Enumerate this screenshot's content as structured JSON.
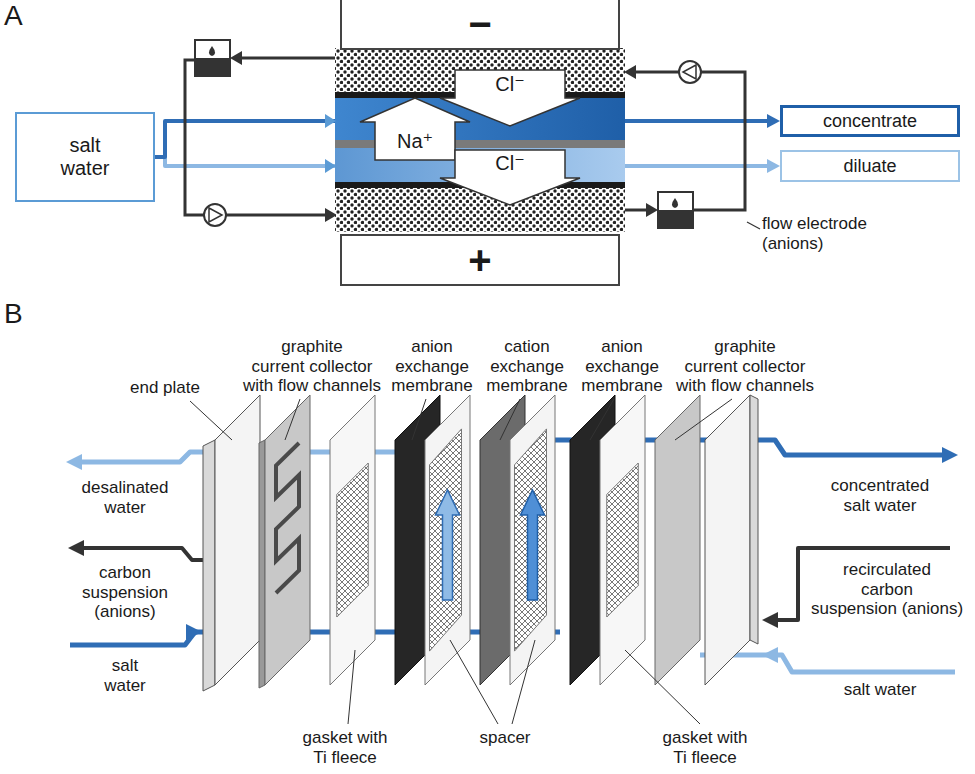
{
  "diagram": {
    "nodes": [
      {
        "text": [
          "−"
        ]
      },
      {
        "text": [
          "salt water"
        ]
      },
      {
        "text": [
          "concentrate"
        ]
      },
      {
        "text": [
          "diluate"
        ]
      },
      {
        "text": [
          "+"
        ]
      }
    ],
    "edges": [
      {
        "from": 1,
        "to": 2,
        "arrow": "to"
      },
      {
        "from": 1,
        "to": 3,
        "arrow": "to"
      }
    ],
    "labels": [
      "A",
      "Na⁺",
      "Cl⁻",
      "Cl⁻",
      "flow electrode (anions)",
      "B",
      "end plate",
      "graphite current collector with flow channels",
      "anion exchange membrane",
      "cation exchange membrane",
      "anion exchange membrane",
      "graphite current collector with flow channels",
      "desalinated water",
      "carbon suspension (anions)",
      "salt water",
      "concentrated salt water",
      "recirculated carbon suspension (anions)",
      "salt water",
      "gasket with Ti fleece",
      "spacer",
      "gasket with Ti fleece"
    ]
  }
}
